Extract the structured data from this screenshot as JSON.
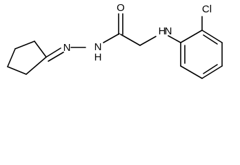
{
  "molecule": {
    "atoms": {
      "O": "O",
      "N_hydrazone": "N",
      "NH_hydrazide": "N",
      "H_hydrazide": "H",
      "NH_amine": "N",
      "H_amine": "H",
      "Cl": "Cl"
    }
  },
  "colors": {
    "bond": "#000000",
    "label": "#000000",
    "background": "#ffffff"
  }
}
